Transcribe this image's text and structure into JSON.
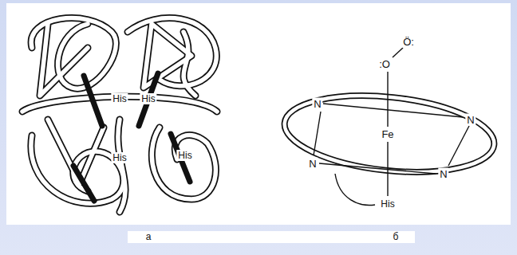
{
  "diagram": {
    "labels": [
      "His",
      "His",
      "His",
      "His",
      ":O",
      "Ö:",
      "N",
      "N",
      "Fe",
      "N",
      "N",
      "His",
      "а",
      "б"
    ]
  }
}
